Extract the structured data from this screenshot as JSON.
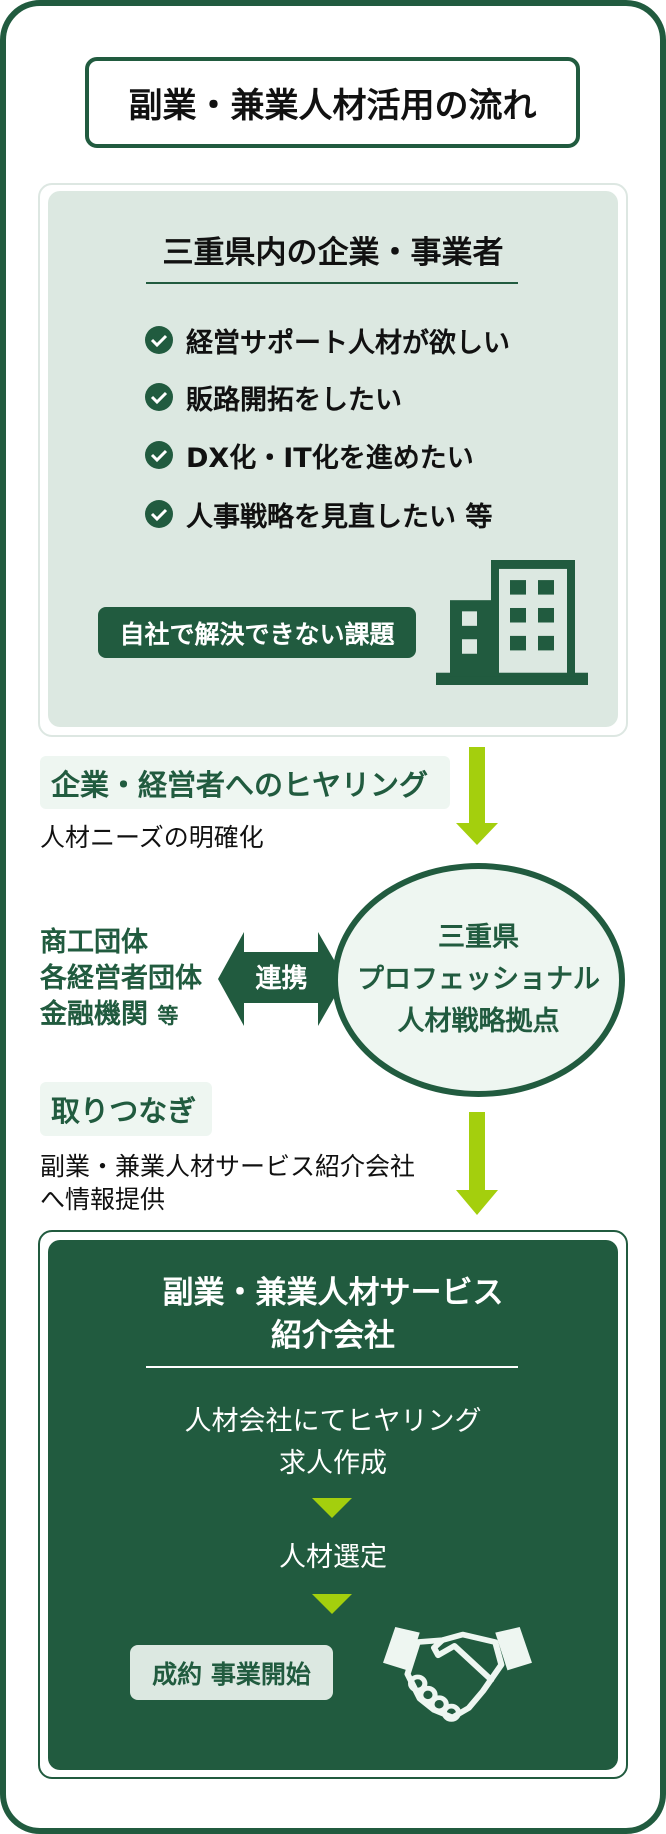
{
  "title": "副業・兼業人材活用の流れ",
  "company_card": {
    "heading": "三重県内の企業・事業者",
    "checks": [
      "経営サポート人材が欲しい",
      "販路開拓をしたい",
      "DX化・IT化を進めたい",
      "人事戦略を見直したい 等"
    ],
    "issue_label": "自社で解決できない課題"
  },
  "step1": {
    "label": "企業・経営者へのヒヤリング",
    "desc": "人材ニーズの明確化"
  },
  "partners": {
    "lines": [
      "商工団体",
      "各経営者団体",
      "金融機関"
    ],
    "suffix": "等",
    "link_label": "連携"
  },
  "hub": {
    "lines": [
      "三重県",
      "プロフェッショナル",
      "人材戦略拠点"
    ]
  },
  "step2": {
    "label": "取りつなぎ",
    "desc_lines": [
      "副業・兼業人材サービス紹介会社",
      "へ情報提供"
    ]
  },
  "agency_card": {
    "heading_lines": [
      "副業・兼業人材サービス",
      "紹介会社"
    ],
    "steps": [
      "人材会社にてヒヤリング",
      "求人作成",
      "人材選定"
    ],
    "result_label": "成約 事業開始"
  },
  "colors": {
    "primary": "#215b3f",
    "accent": "#a4cf0d",
    "panel": "#dce8e1",
    "light": "#eef6f1"
  }
}
